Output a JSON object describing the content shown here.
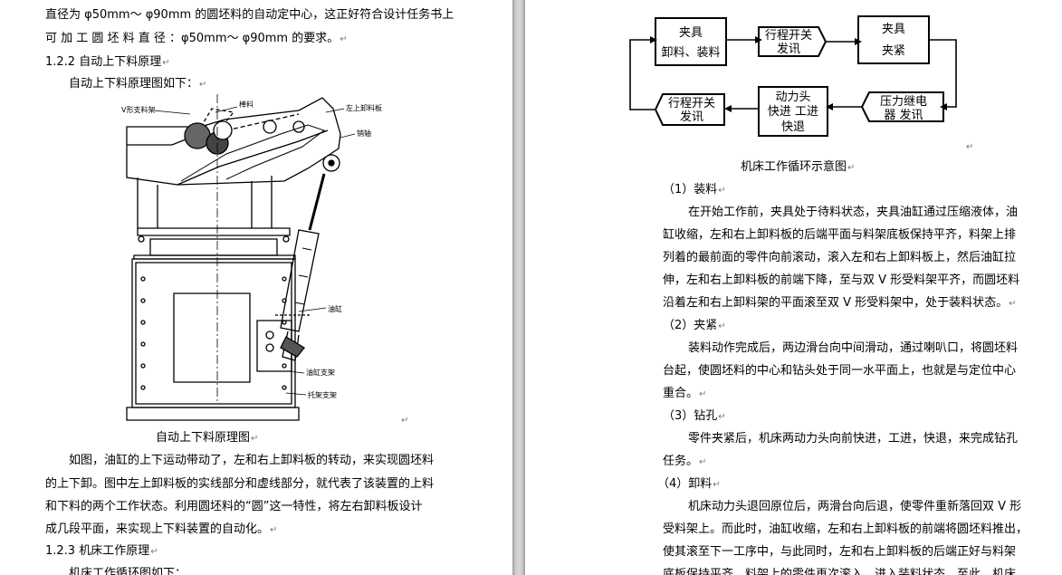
{
  "left_page": {
    "lines": [
      "直径为 φ50mm～ φ90mm 的圆坯料的自动定中心，这正好符合设计任务书上",
      "可 加 工 圆 坯 料 直 径 ：φ50mm～ φ90mm 的要求。"
    ],
    "heading_122": "1.2.2  自动上下料原理",
    "intro_1": "自动上下料原理图如下：",
    "figure": {
      "labels": {
        "v_bracket": "V形支料架",
        "stock": "棒料",
        "left_plate": "左上卸料板",
        "pin": "销轴",
        "cylinder": "油缸",
        "cyl_support": "油缸支架",
        "base_support": "托架支架"
      },
      "caption": "自动上下料原理图"
    },
    "para": [
      "如图，油缸的上下运动带动了，左和右上卸料板的转动，来实现圆坯料",
      "的上下卸。图中左上卸料板的实线部分和虚线部分，就代表了该装置的上料",
      "和下料的两个工作状态。利用圆坯料的“圆”这一特性，将左右卸料板设计",
      "成几段平面，来实现上下料装置的自动化。"
    ],
    "heading_123": "1.2.3  机床工作原理",
    "intro_2": "机床工作循环图如下："
  },
  "right_page": {
    "flow": {
      "box1": [
        "夹具",
        "卸料、装料"
      ],
      "box2": [
        "行程开关",
        "发讯"
      ],
      "box3": [
        "夹具",
        "夹紧"
      ],
      "box4": [
        "压力继电",
        "器  发讯"
      ],
      "box5": [
        "动力头",
        "快进 工进",
        "快退"
      ],
      "box6": [
        "行程开关",
        "发讯"
      ]
    },
    "caption": "机床工作循环示意图",
    "s1_title": "（1）装料",
    "s1_lines": [
      "在开始工作前，夹具处于待料状态，夹具油缸通过压缩液体，油",
      "缸收缩，左和右上卸料板的后端平面与料架底板保持平齐，料架上排",
      "列着的最前面的零件向前滚动，滚入左和右上卸料板上，然后油缸拉",
      "伸，左和右上卸料板的前端下降，至与双 V 形受料架平齐，而圆坯料",
      "沿着左和右上卸料架的平面滚至双 V 形受料架中，处于装料状态。"
    ],
    "s2_title": "（2）夹紧",
    "s2_lines": [
      "装料动作完成后，两边滑台向中间滑动，通过喇叭口，将圆坯料",
      "台起，使圆坯料的中心和钻头处于同一水平面上，也就是与定位中心",
      "重合。"
    ],
    "s3_title": "（3）钻孔",
    "s3_lines": [
      "零件夹紧后，机床两动力头向前快进，工进，快退，来完成钻孔",
      "任务。"
    ],
    "s4_title": "（4）卸料",
    "s4_lines": [
      "机床动力头退回原位后，两滑台向后退，使零件重新落回双 V 形",
      "受料架上。而此时，油缸收缩，左和右上卸料板的前端将圆坯料推出，",
      "使其滚至下一工序中，与此同时，左和右上卸料板的后端正好与料架",
      "底板保持平齐，料架上的零件再次滚入，进入装料状态。至此，机床"
    ]
  }
}
